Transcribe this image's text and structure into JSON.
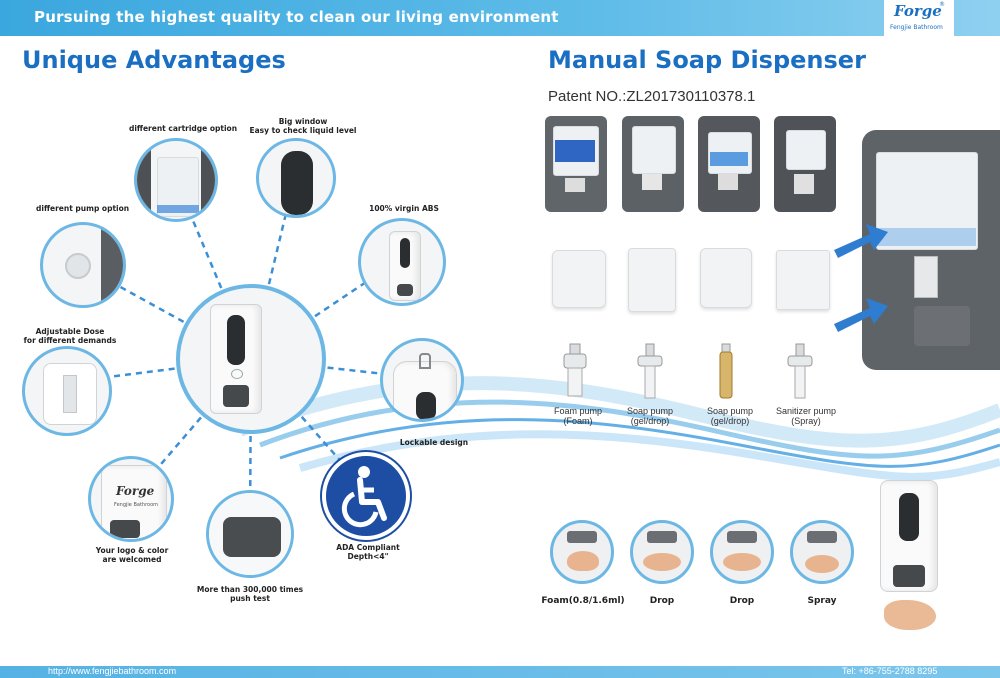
{
  "banner": {
    "slogan": "Pursuing the highest quality to clean our living environment"
  },
  "logo": {
    "brand": "Forge",
    "sub": "Fengjie Bathroom",
    "trademark": "®"
  },
  "left": {
    "title": "Unique Advantages",
    "features": {
      "cartridge": "different cartridge option",
      "window_line1": "Big window",
      "window_line2": "Easy to check liquid level",
      "pump": "different pump option",
      "abs": "100% virgin ABS",
      "dose_line1": "Adjustable Dose",
      "dose_line2": "for different demands",
      "lock": "Lockable design",
      "logo_line1": "Your logo & color",
      "logo_line2": "are welcomed",
      "push_line1": "More than 300,000 times",
      "push_line2": "push test",
      "ada_line1": "ADA Compliant",
      "ada_line2": "Depth<4\""
    },
    "logo_brand": "Forge",
    "logo_sub": "Fengjie Bathroom"
  },
  "right": {
    "title": "Manual Soap Dispenser",
    "patent": "Patent NO.:ZL201730110378.1",
    "pumps": [
      {
        "line1": "Foam pump",
        "line2": "(Foam)"
      },
      {
        "line1": "Soap pump",
        "line2": "(gel/drop)"
      },
      {
        "line1": "Soap pump",
        "line2": "(gel/drop)"
      },
      {
        "line1": "Sanitizer pump",
        "line2": "(Spray)"
      }
    ],
    "hands": [
      "Foam(0.8/1.6ml)",
      "Drop",
      "Drop",
      "Spray"
    ]
  },
  "footer": {
    "url": "http://www.fengjiebathroom.com",
    "tel": "Tel: +86-755-2788 8295"
  },
  "colors": {
    "accent": "#1b6fc2",
    "banner": "#3aa7de",
    "ring": "#6cb7e4"
  }
}
